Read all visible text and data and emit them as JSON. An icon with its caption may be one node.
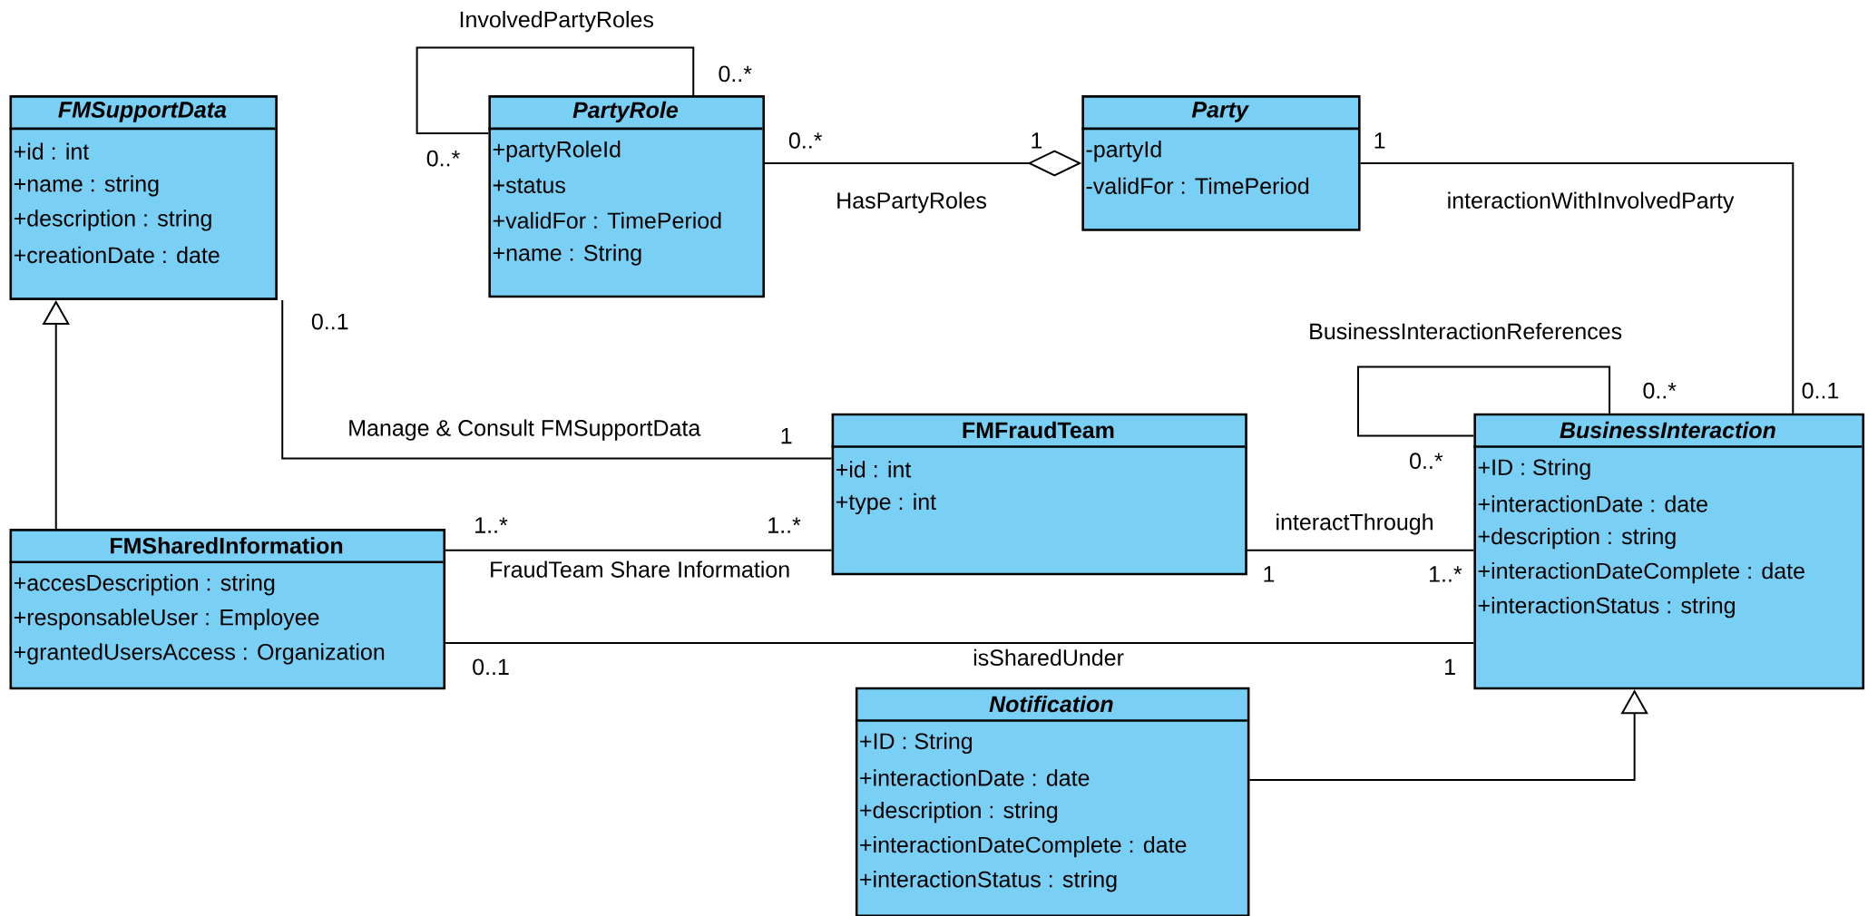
{
  "diagram": {
    "nodes": [
      {
        "text": [
          "FMSupportData",
          "+id : int",
          "+name : string",
          "+description : string",
          "+creationDate : date"
        ]
      },
      {
        "text": [
          "PartyRole",
          "+partyRoleId",
          "+status",
          "+validFor : TimePeriod",
          "+name : String"
        ]
      },
      {
        "text": [
          "Party",
          "-partyId",
          "-validFor : TimePeriod"
        ]
      },
      {
        "text": [
          "FMFraudTeam",
          "+id : int",
          "+type : int"
        ]
      },
      {
        "text": [
          "BusinessInteraction",
          "+ID : String",
          "+interactionDate : date",
          "+description : string",
          "+interactionDateComplete : date",
          "+interactionStatus : string"
        ]
      },
      {
        "text": [
          "FMSharedInformation",
          "+accesDescription : string",
          "+responsableUser : Employee",
          "+grantedUsersAccess : Organization"
        ]
      },
      {
        "text": [
          "Notification",
          "+ID : String",
          "+interactionDate : date",
          "+description : string",
          "+interactionDateComplete : date",
          "+interactionStatus : string"
        ]
      }
    ],
    "edges": [
      {
        "from": 1,
        "to": 1,
        "arrow": "none",
        "label": "InvolvedPartyRoles"
      },
      {
        "from": 1,
        "to": 2,
        "arrow": "other",
        "label": "HasPartyRoles"
      },
      {
        "from": 2,
        "to": 4,
        "arrow": "none",
        "label": "interactionWithInvolvedParty"
      },
      {
        "from": 4,
        "to": 4,
        "arrow": "none",
        "label": "BusinessInteractionReferences"
      },
      {
        "from": 0,
        "to": 3,
        "arrow": "none",
        "label": "Manage & Consult FMSupportData"
      },
      {
        "from": 5,
        "to": 0,
        "arrow": "to"
      },
      {
        "from": 5,
        "to": 3,
        "arrow": "none",
        "label": "FraudTeam Share Information"
      },
      {
        "from": 3,
        "to": 4,
        "arrow": "none",
        "label": "interactThrough"
      },
      {
        "from": 5,
        "to": 4,
        "arrow": "none",
        "label": "isSharedUnder"
      },
      {
        "from": 6,
        "to": 4,
        "arrow": "to"
      }
    ],
    "labels": [
      "0..*",
      "0..*",
      "0..*",
      "1",
      "1",
      "0..1",
      "0..*",
      "0..1",
      "1",
      "0..*",
      "1..*",
      "1..*",
      "1",
      "1..*",
      "0..1",
      "1"
    ]
  }
}
